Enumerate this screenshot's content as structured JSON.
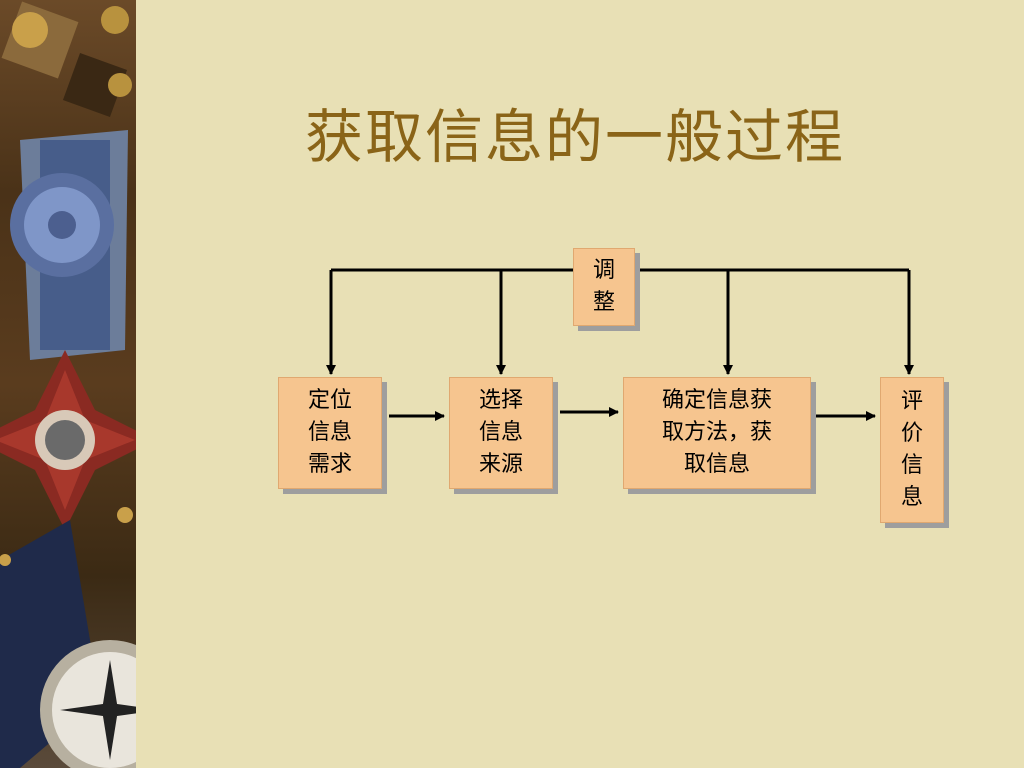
{
  "slide": {
    "title": "获取信息的一般过程"
  },
  "diagram": {
    "adjust_label": "调\n整",
    "steps": [
      "定位\n信息\n需求",
      "选择\n信息\n来源",
      "确定信息获\n取方法，获\n取信息",
      "评\n价\n信\n息"
    ]
  },
  "colors": {
    "background": "#e8e0b5",
    "title": "#8a6418",
    "box_fill": "#f6c58f",
    "shadow": "#9e9e9e",
    "line": "#000000"
  }
}
